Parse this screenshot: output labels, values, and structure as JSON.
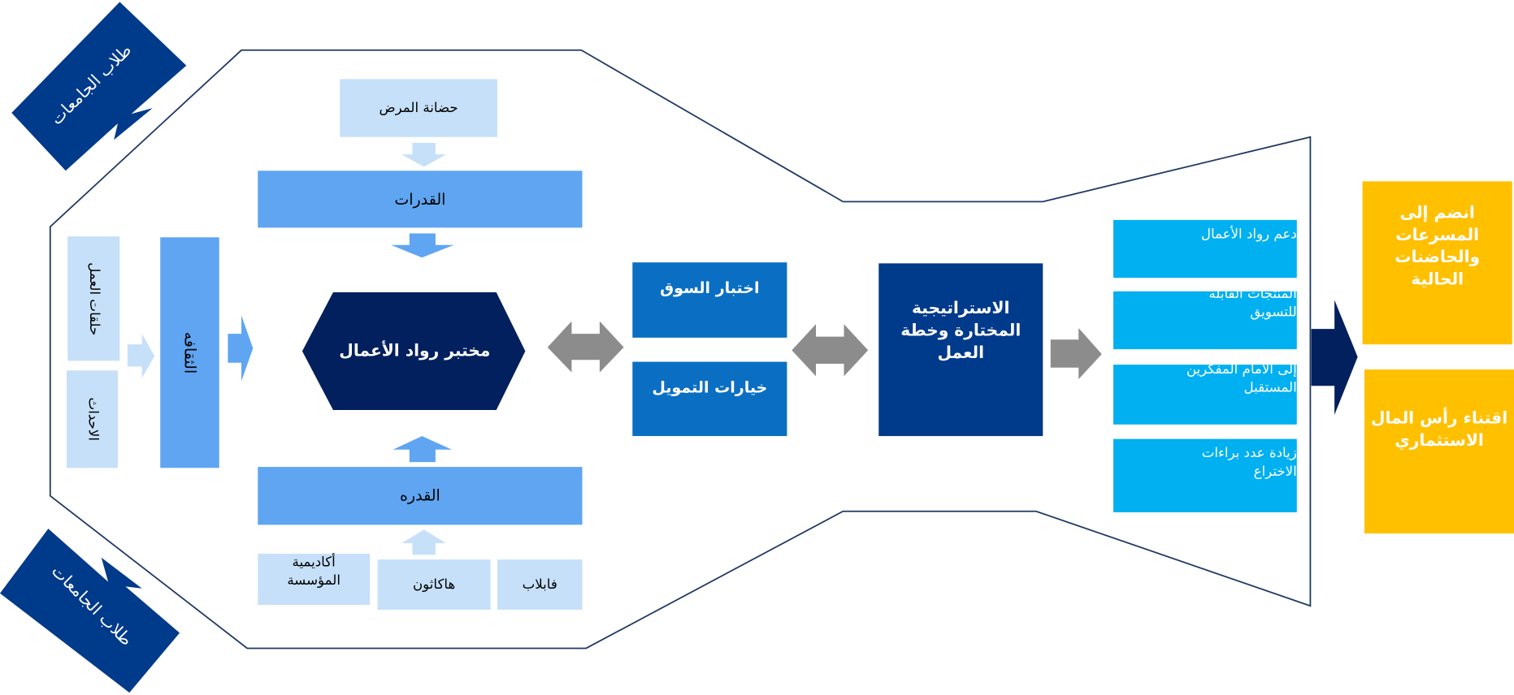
{
  "colors": {
    "outline": "#1f3864",
    "light": "#c6e0f9",
    "mid": "#5fa5f2",
    "navy": "#03205e",
    "blue": "#0a6fc2",
    "strategy": "#003a8a",
    "cyan": "#00b0f0",
    "yellow": "#ffc000",
    "gray": "#8c8c8c"
  },
  "inputs": {
    "top": "طلاب الجامعات",
    "bottom": "طلاب الجامعات"
  },
  "left": {
    "workshops": "حلقات العمل",
    "events": "الاحداث",
    "culture": "الثقافه"
  },
  "center": {
    "incubation": "حضانة المرض",
    "capabilities": "القدرات",
    "lab": "مختبر رواد الأعمال",
    "capacity": "القدره",
    "academy": [
      "أكاديمية",
      "المؤسسة"
    ],
    "hackathon": "هاكاثون",
    "fablab": "فابلاب"
  },
  "middle": {
    "market_test": "اختبار السوق",
    "funding_options": "خيارات التمويل"
  },
  "strategy": [
    "الاستراتيجية",
    "المختارة وخطة",
    "العمل"
  ],
  "outcomes": [
    [
      "دعم رواد الأعمال"
    ],
    [
      "المنتجات القابله",
      "للتسويق"
    ],
    [
      "إلى الأمام المفكرين",
      "المستقبل"
    ],
    [
      "زيادة عدد براءات",
      "الاختراع"
    ]
  ],
  "exits": [
    [
      "انضم إلى",
      "المسرعات",
      "والحاضنات",
      "الحالية"
    ],
    [
      "اقتناء رأس المال",
      "الاستثماري"
    ]
  ]
}
